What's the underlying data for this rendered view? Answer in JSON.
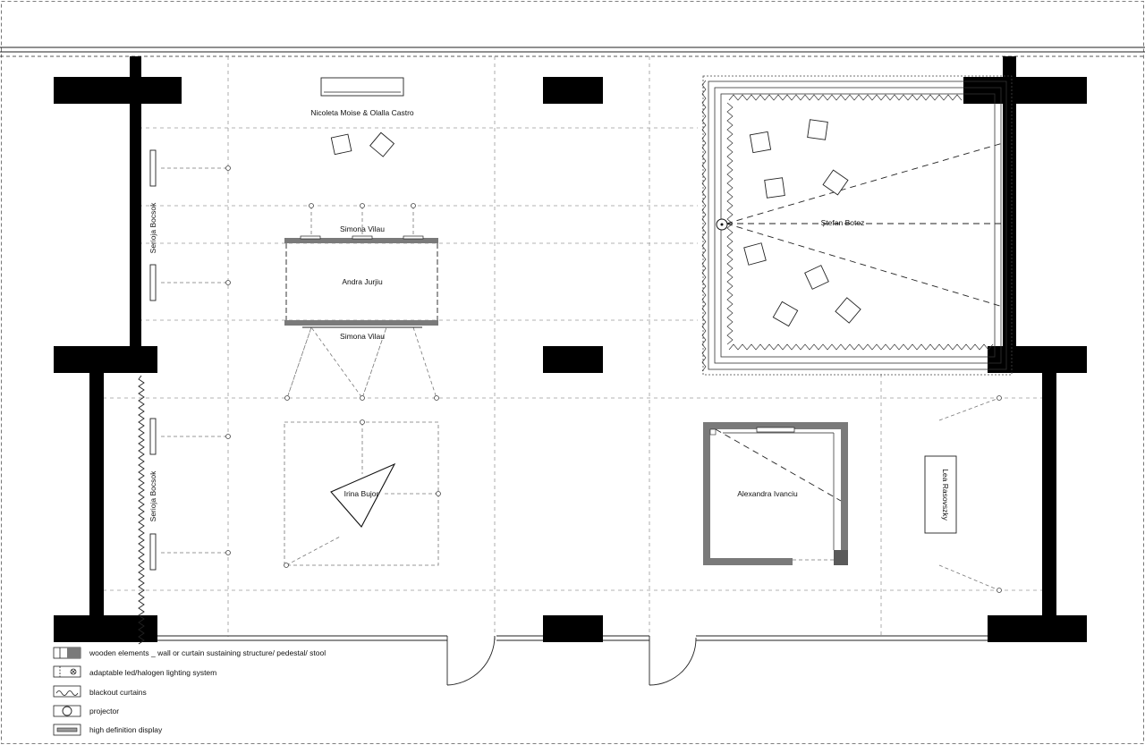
{
  "artists": {
    "nicoleta_olalla": "Nicoleta Moise & Olalla Castro",
    "simona_top": "Simona Vilau",
    "simona_bottom": "Simona Vilau",
    "andra": "Andra Jurjiu",
    "stefan": "Ștefan Botez",
    "serioja_top": "Serioja Bocsok",
    "serioja_bottom": "Serioja Bocsok",
    "irina": "Irina Bujor",
    "alexandra": "Alexandra Ivanciu",
    "lea": "Lea Rasovszky"
  },
  "legend": [
    {
      "symbol": "wooden-elements-icon",
      "label": "wooden elements _ wall or curtain sustaining structure/ pedestal/ stool"
    },
    {
      "symbol": "lighting-system-icon",
      "label": "adaptable led/halogen lighting system"
    },
    {
      "symbol": "blackout-curtain-icon",
      "label": "blackout curtains"
    },
    {
      "symbol": "projector-icon",
      "label": "projector"
    },
    {
      "symbol": "display-icon",
      "label": "high definition display"
    }
  ],
  "colors": {
    "wall": "#000000",
    "wood": "#7a7a7a",
    "guide": "#9a9a9a",
    "background": "#ffffff"
  }
}
